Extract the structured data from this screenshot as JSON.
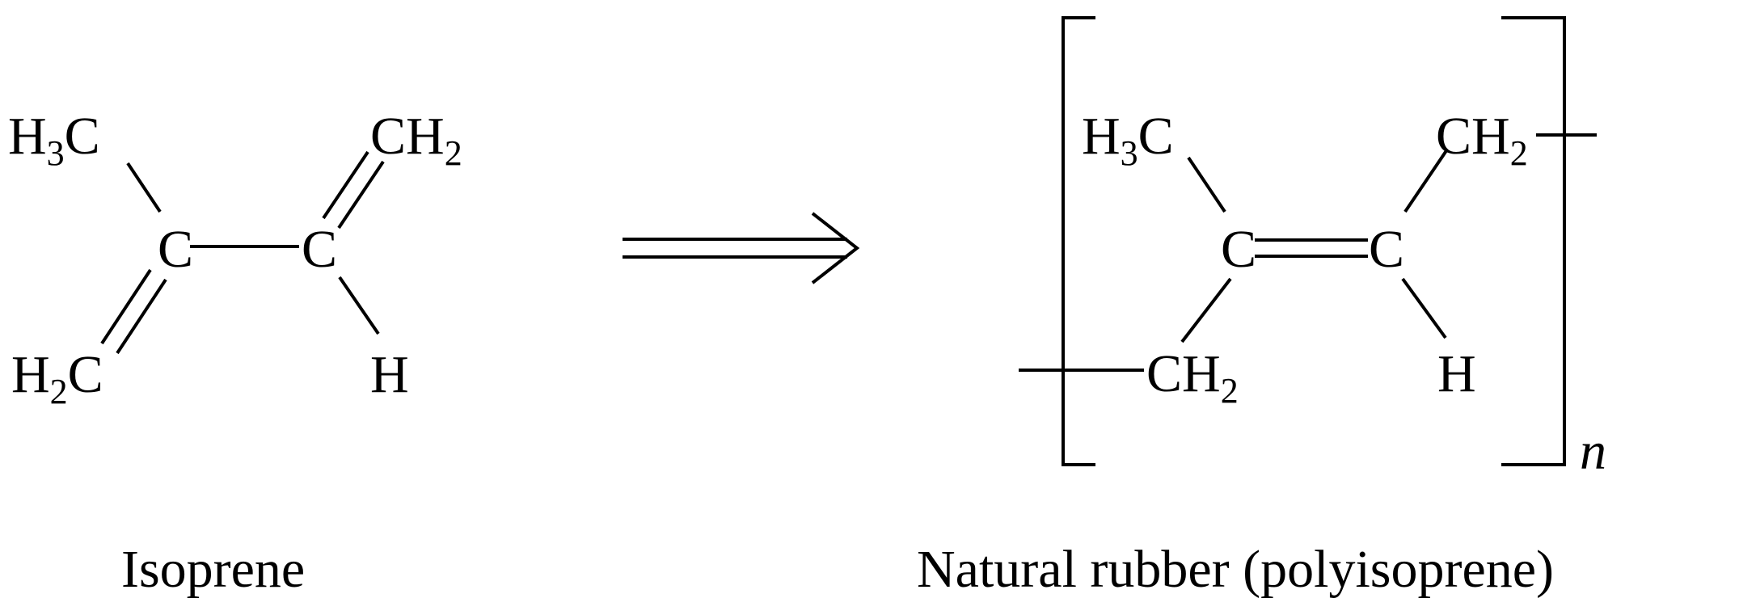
{
  "isoprene": {
    "caption": "Isoprene",
    "atoms": {
      "methyl": {
        "main": "H",
        "sub": "3",
        "tail": "C"
      },
      "methylene_top": {
        "main": "CH",
        "sub": "2"
      },
      "carbon_1": "C",
      "carbon_2": "C",
      "methylene_bottom": {
        "main": "H",
        "sub": "2",
        "tail": "C"
      },
      "hydrogen": "H"
    }
  },
  "reaction_arrow": {
    "symbol": "double-line-arrow-icon"
  },
  "natural_rubber": {
    "caption": "Natural rubber (polyisoprene)",
    "repeat_subscript": "n",
    "atoms": {
      "methyl": {
        "main": "H",
        "sub": "3",
        "tail": "C"
      },
      "methylene_top": {
        "main": "CH",
        "sub": "2"
      },
      "carbon_1": "C",
      "carbon_2": "C",
      "methylene_bottom": {
        "main": "CH",
        "sub": "2"
      },
      "hydrogen": "H"
    }
  },
  "colors": {
    "ink": "#000000",
    "background": "#ffffff"
  }
}
